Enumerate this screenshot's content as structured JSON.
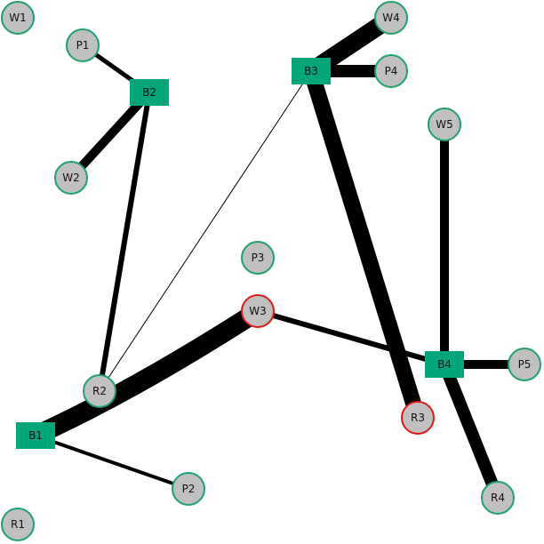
{
  "colors": {
    "background": "#ffffff",
    "square_fill": "#00a67a",
    "circle_fill": "#c0c0c0",
    "circle_stroke_default": "#1aa36a",
    "circle_stroke_highlight": "#e01818",
    "edge": "#000000"
  },
  "nodes": [
    {
      "id": "W1",
      "label": "W1",
      "shape": "circle"
    },
    {
      "id": "P1",
      "label": "P1",
      "shape": "circle"
    },
    {
      "id": "B2",
      "label": "B2",
      "shape": "square"
    },
    {
      "id": "W2",
      "label": "W2",
      "shape": "circle"
    },
    {
      "id": "B3",
      "label": "B3",
      "shape": "square"
    },
    {
      "id": "W4",
      "label": "W4",
      "shape": "circle"
    },
    {
      "id": "P4",
      "label": "P4",
      "shape": "circle"
    },
    {
      "id": "W5",
      "label": "W5",
      "shape": "circle"
    },
    {
      "id": "P3",
      "label": "P3",
      "shape": "circle"
    },
    {
      "id": "W3",
      "label": "W3",
      "shape": "circle",
      "highlight": true
    },
    {
      "id": "R2",
      "label": "R2",
      "shape": "circle"
    },
    {
      "id": "B4",
      "label": "B4",
      "shape": "square"
    },
    {
      "id": "P5",
      "label": "P5",
      "shape": "circle"
    },
    {
      "id": "R3",
      "label": "R3",
      "shape": "circle",
      "highlight": true
    },
    {
      "id": "B1",
      "label": "B1",
      "shape": "square"
    },
    {
      "id": "P2",
      "label": "P2",
      "shape": "circle"
    },
    {
      "id": "R4",
      "label": "R4",
      "shape": "circle"
    },
    {
      "id": "R1",
      "label": "R1",
      "shape": "circle"
    }
  ],
  "edges": [
    {
      "from": "P1",
      "to": "B2",
      "weight": 5
    },
    {
      "from": "B2",
      "to": "W2",
      "weight": 10
    },
    {
      "from": "B2",
      "to": "R2",
      "weight": 6
    },
    {
      "from": "B3",
      "to": "R2",
      "weight": 1
    },
    {
      "from": "B3",
      "to": "W4",
      "weight": 20
    },
    {
      "from": "B3",
      "to": "P4",
      "weight": 14
    },
    {
      "from": "B3",
      "to": "R3",
      "weight": 18
    },
    {
      "from": "W5",
      "to": "B4",
      "weight": 10
    },
    {
      "from": "W3",
      "to": "B4",
      "weight": 6
    },
    {
      "from": "B4",
      "to": "P5",
      "weight": 10
    },
    {
      "from": "B4",
      "to": "R4",
      "weight": 14
    },
    {
      "from": "W3",
      "to": "B1",
      "weight": 22,
      "curved": true
    },
    {
      "from": "B1",
      "to": "P2",
      "weight": 4
    }
  ]
}
